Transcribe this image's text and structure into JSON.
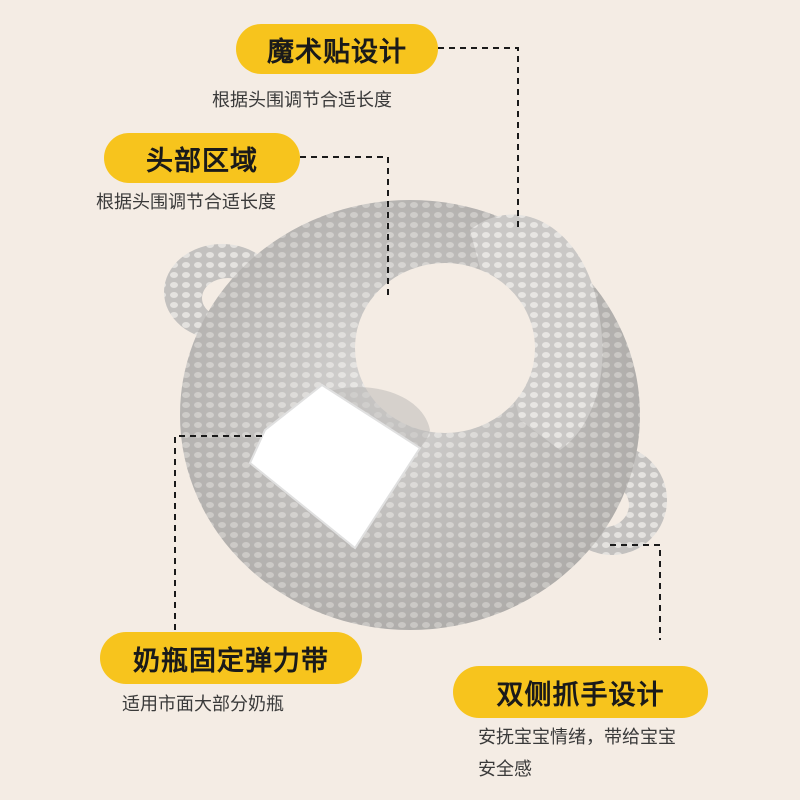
{
  "callouts": {
    "velcro": {
      "title": "魔术贴设计",
      "desc": "根据头围调节合适长度"
    },
    "head": {
      "title": "头部区域",
      "desc": "根据头围调节合适长度"
    },
    "strap": {
      "title": "奶瓶固定弹力带",
      "desc": "适用市面大部分奶瓶"
    },
    "handles": {
      "title": "双侧抓手设计",
      "desc": "安抚宝宝情绪，带给宝宝安全感"
    }
  },
  "colors": {
    "background": "#f4ece4",
    "pill": "#f7c41d",
    "mesh": "#c9c7c5",
    "strap": "#ffffff"
  }
}
